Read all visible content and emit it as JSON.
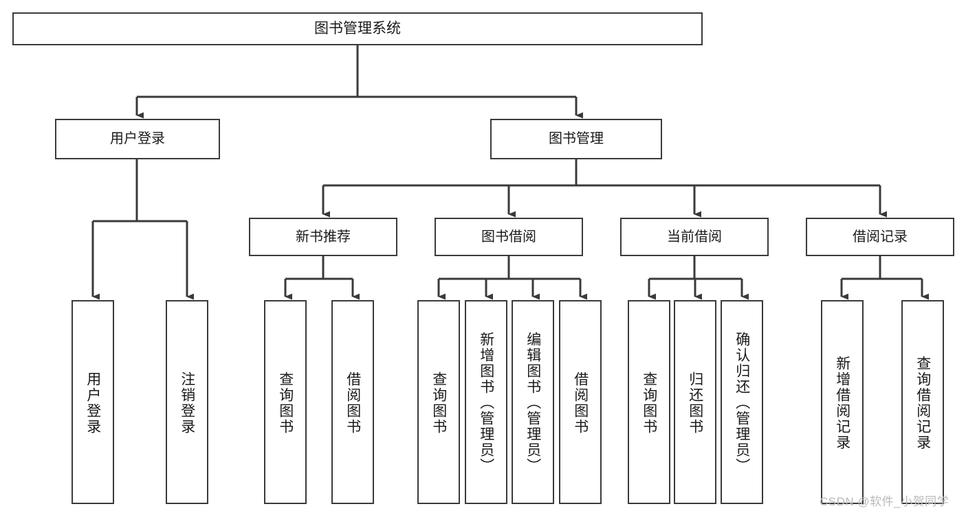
{
  "diagram": {
    "type": "tree-hierarchy-chart",
    "title": "图书管理系统",
    "watermark": "CSDN @软件_小贺同学",
    "colors": {
      "box_border": "#3a3a3a",
      "box_fill": "#ffffff",
      "connector": "#3a3a3a",
      "text": "#1a1a1a",
      "watermark": "#b9b9b9",
      "background": "#ffffff"
    },
    "levels": {
      "root": {
        "label": "图书管理系统"
      },
      "level1": [
        {
          "label": "用户登录"
        },
        {
          "label": "图书管理"
        }
      ],
      "level2": [
        {
          "label": "新书推荐",
          "parent": "图书管理"
        },
        {
          "label": "图书借阅",
          "parent": "图书管理"
        },
        {
          "label": "当前借阅",
          "parent": "图书管理"
        },
        {
          "label": "借阅记录",
          "parent": "图书管理"
        }
      ],
      "leaves": [
        {
          "label": "用户登录",
          "parent": "用户登录"
        },
        {
          "label": "注销登录",
          "parent": "用户登录"
        },
        {
          "label": "查询图书",
          "parent": "新书推荐"
        },
        {
          "label": "借阅图书",
          "parent": "新书推荐"
        },
        {
          "label": "查询图书",
          "parent": "图书借阅"
        },
        {
          "label": "新增图书（管理员）",
          "parent": "图书借阅"
        },
        {
          "label": "编辑图书（管理员）",
          "parent": "图书借阅"
        },
        {
          "label": "借阅图书",
          "parent": "图书借阅"
        },
        {
          "label": "查询图书",
          "parent": "当前借阅"
        },
        {
          "label": "归还图书",
          "parent": "当前借阅"
        },
        {
          "label": "确认归还（管理员）",
          "parent": "当前借阅"
        },
        {
          "label": "新增借阅记录",
          "parent": "借阅记录"
        },
        {
          "label": "查询借阅记录",
          "parent": "借阅记录"
        }
      ]
    }
  }
}
